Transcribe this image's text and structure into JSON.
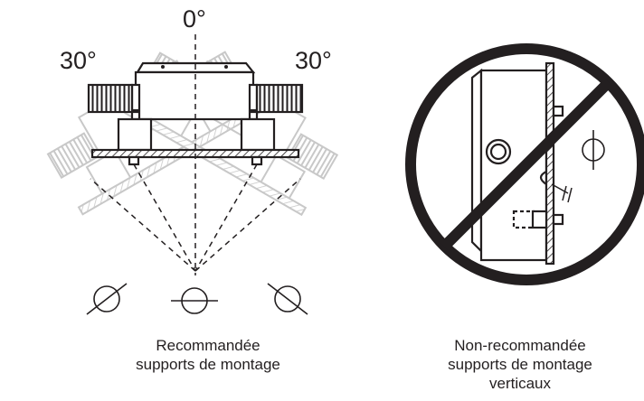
{
  "angles": {
    "center": "0°",
    "left": "30°",
    "right": "30°"
  },
  "captions": {
    "recommended": [
      "Recommandée",
      "supports de montage"
    ],
    "not_recommended": [
      "Non-recommandée",
      "supports de montage",
      "verticaux"
    ]
  },
  "colors": {
    "ink": "#231f20",
    "ghost": "#c8c8c8",
    "hatch": "#231f20"
  }
}
